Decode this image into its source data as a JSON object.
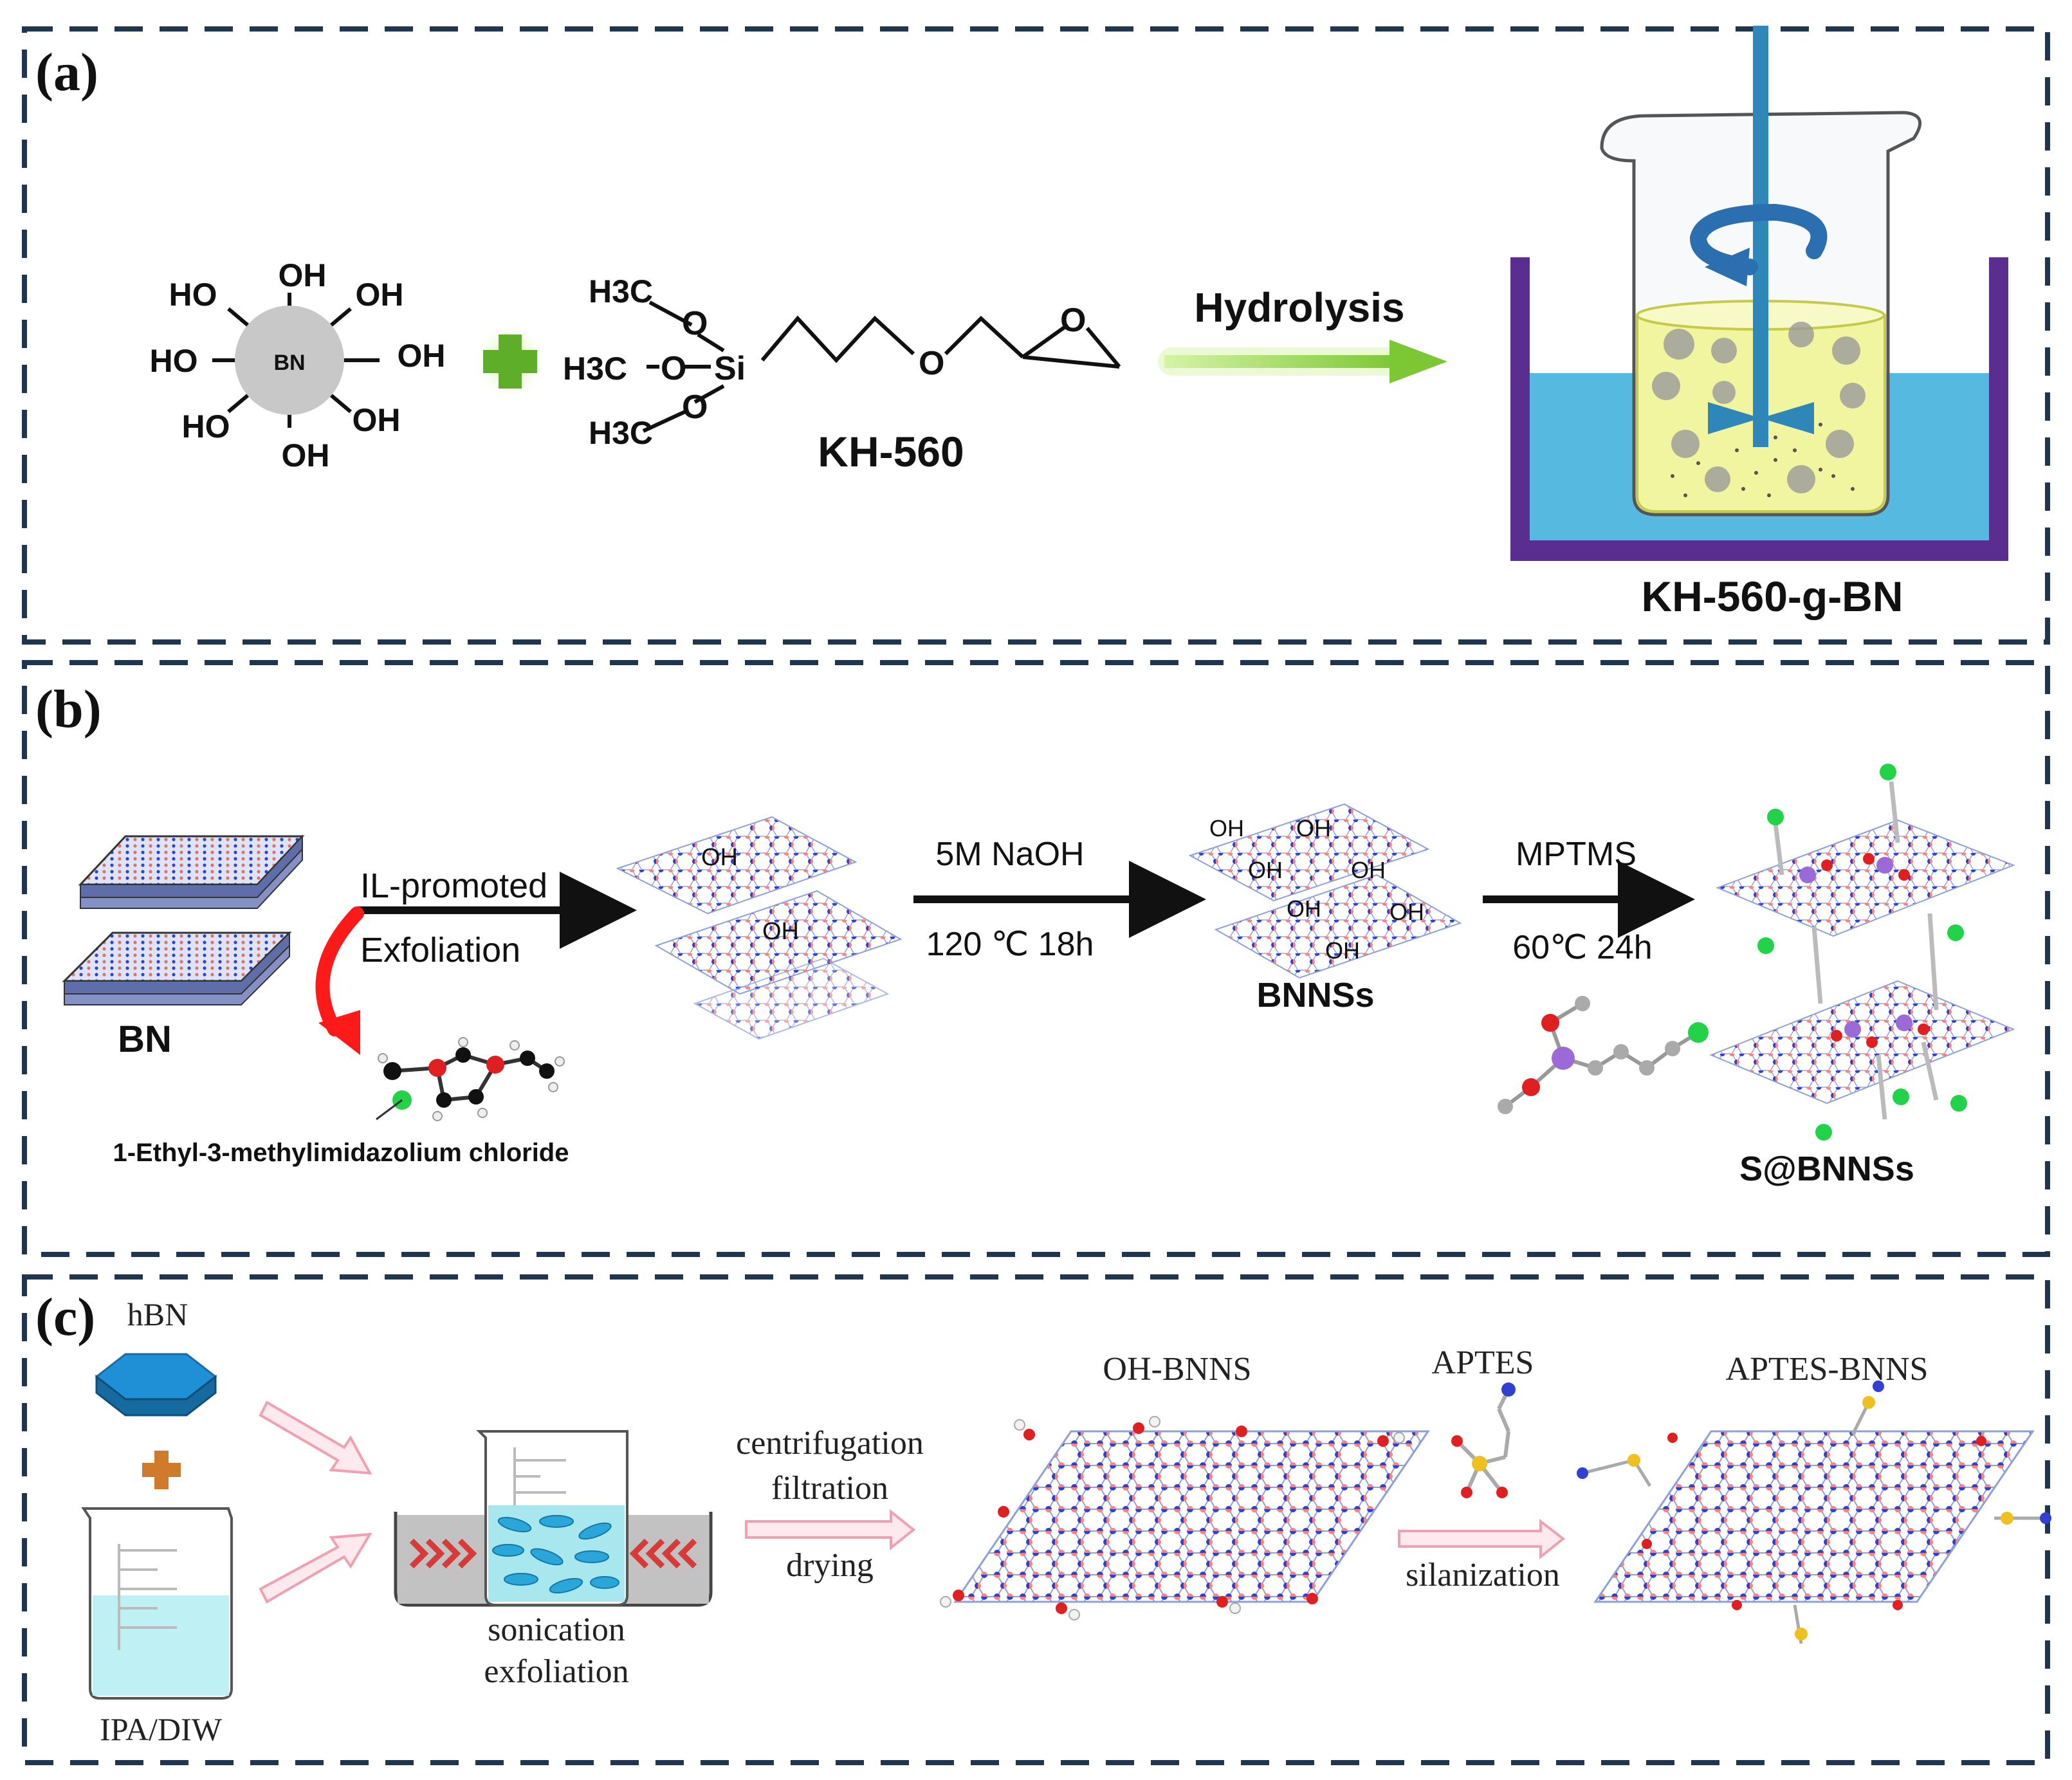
{
  "panels": {
    "a": {
      "label": "(a)",
      "bn_core": "BN",
      "oh": "OH",
      "ho": "HO",
      "methyl": "H3C",
      "o": "O",
      "si": "Si",
      "reagent": "KH-560",
      "arrow": "Hydrolysis",
      "product": "KH-560-g-BN"
    },
    "b": {
      "label": "(b)",
      "start": "BN",
      "step1_line1": "IL-promoted",
      "step1_line2": "Exfoliation",
      "il_name": "1-Ethyl-3-methylimidazolium chloride",
      "oh": "OH",
      "step2_line1": "5M NaOH",
      "step2_line2": "120 ℃ 18h",
      "intermediate": "BNNSs",
      "step3_line1": "MPTMS",
      "step3_line2": "60℃ 24h",
      "product": "S@BNNSs"
    },
    "c": {
      "label": "(c)",
      "material": "hBN",
      "solvent": "IPA/DIW",
      "sonication_line1": "sonication",
      "sonication_line2": "exfoliation",
      "step1_line1": "centrifugation",
      "step1_line2": "filtration",
      "step1_line3": "drying",
      "intermediate": "OH-BNNS",
      "reagent": "APTES",
      "step2": "silanization",
      "product": "APTES-BNNS"
    }
  },
  "colors": {
    "frame": "#1f3550",
    "bn_grey": "#c8c8c8",
    "green_arrow": "#8bd13a",
    "water_blue": "#55b9e0",
    "bath_purple": "#5a2d91",
    "solution_yellow": "#f2f5a0",
    "stirrer": "#2f86b8",
    "boron": "#ff8080",
    "nitrogen": "#3040d0",
    "oxygen": "#e02020",
    "silicon": "#9b6ad6",
    "chlorine": "#22d34a",
    "hbn_blue": "#1f8fd6",
    "pink_arrow": "#f0a0b0",
    "red_chevron": "#d83a3a",
    "red_curve": "#ff1a1a"
  }
}
